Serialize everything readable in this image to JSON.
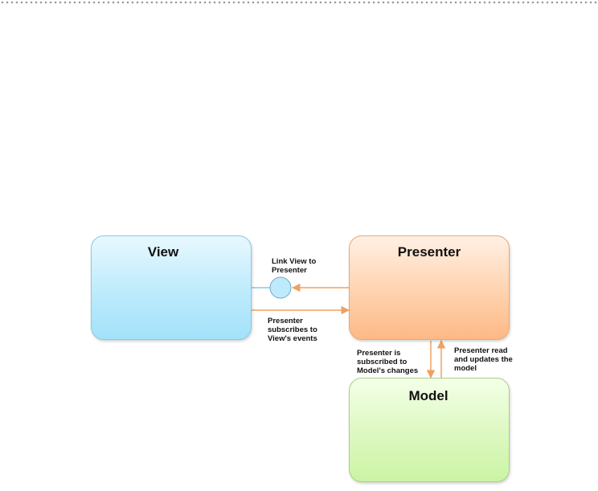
{
  "diagram": {
    "nodes": {
      "view": {
        "title": "View"
      },
      "presenter": {
        "title": "Presenter"
      },
      "model": {
        "title": "Model"
      }
    },
    "labels": {
      "link": "Link View to\nPresenter",
      "subscribes": "Presenter\nsubscribes to\nView's events",
      "subscribed": "Presenter is\nsubscribed to\nModel's changes",
      "read": "Presenter read\nand updates the\nmodel"
    },
    "colors": {
      "arrow": "#f0a060",
      "connector": "#8fc7dc",
      "lollipop_fill": "#bfeafb",
      "lollipop_stroke": "#6aaac4",
      "dots": "#9a9a9a"
    }
  }
}
